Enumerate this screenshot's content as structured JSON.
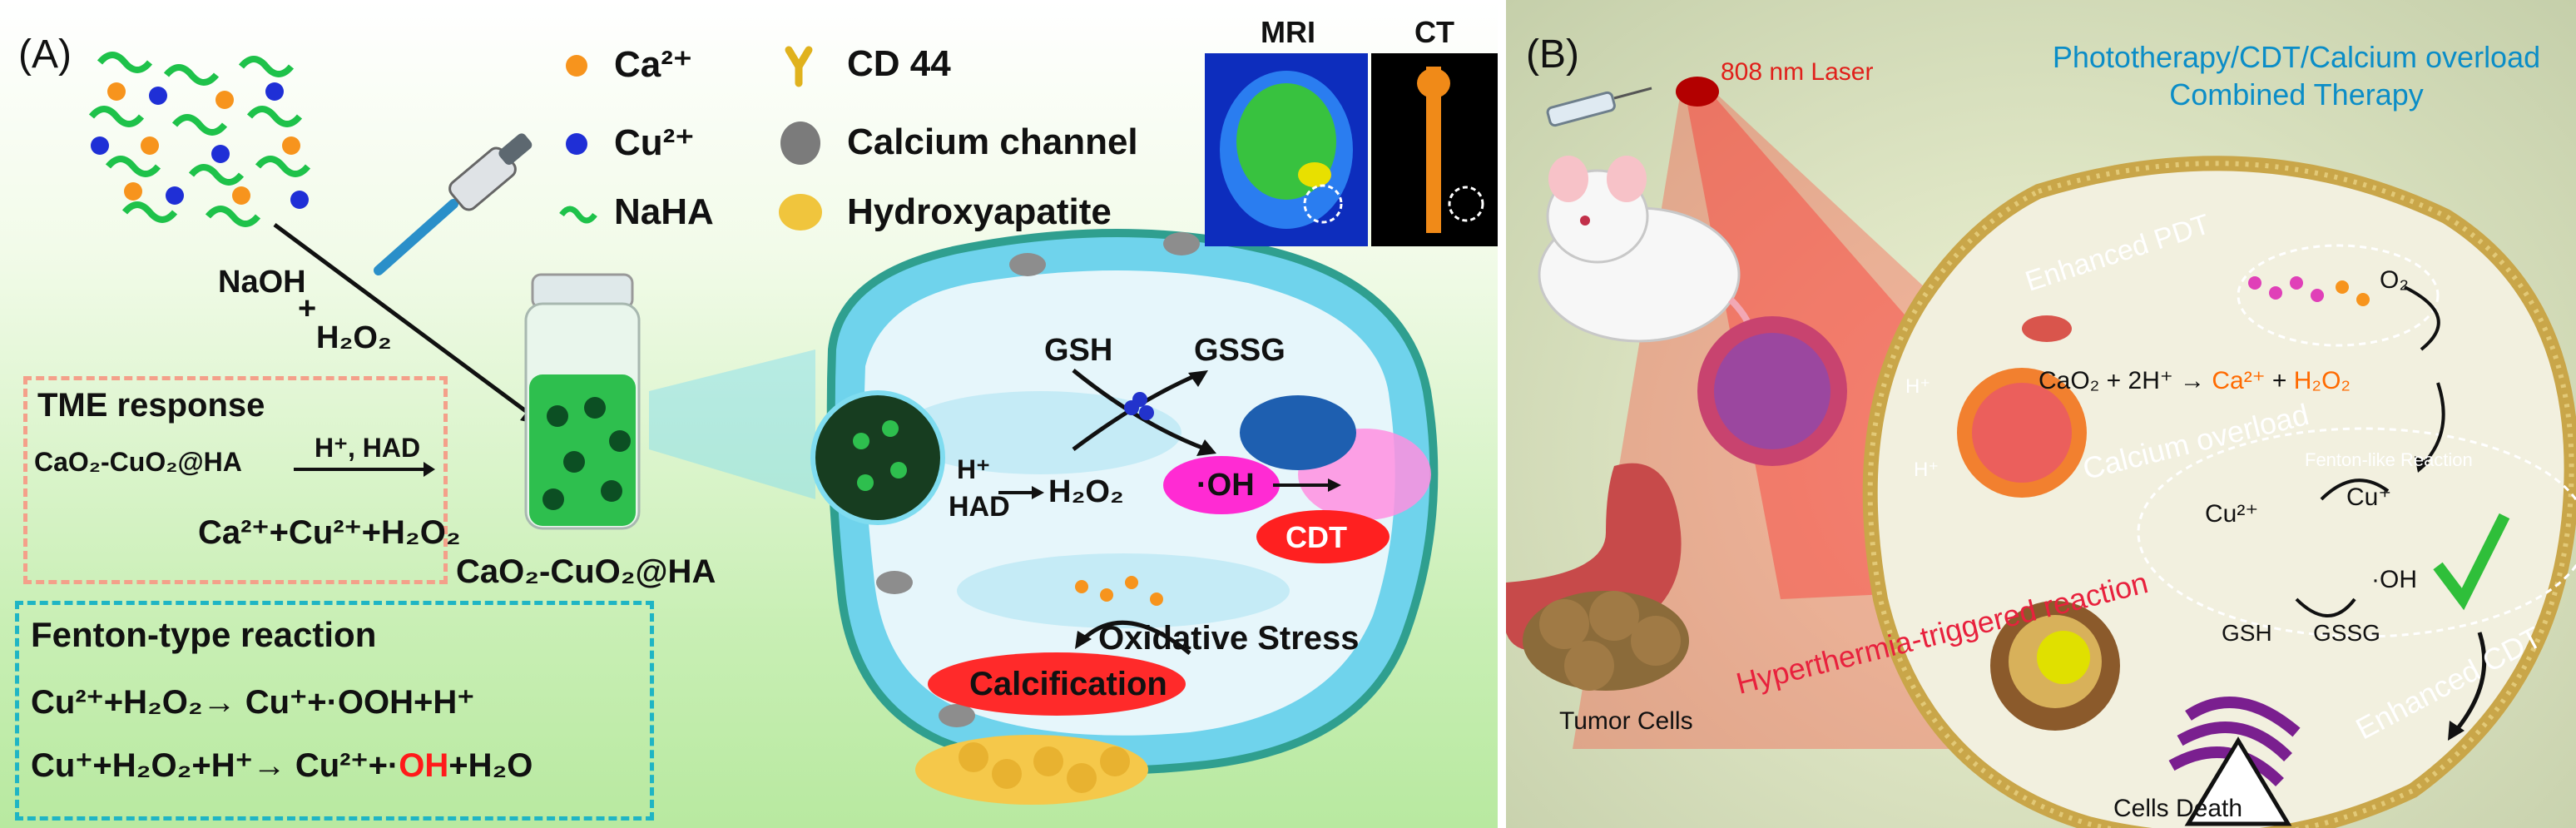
{
  "panel_a": {
    "letter": "(A)",
    "legend": {
      "ca": "Ca²⁺",
      "cu": "Cu²⁺",
      "naha": "NaHA",
      "cd44": "CD 44",
      "calcium_channel": "Calcium channel",
      "hydroxyapatite": "Hydroxyapatite"
    },
    "imaging": {
      "mri": "MRI",
      "ct": "CT"
    },
    "reagents": {
      "naoh": "NaOH",
      "plus": "+",
      "h2o2": "H₂O₂"
    },
    "product_label": "CaO₂-CuO₂@HA",
    "tme_box": {
      "title": "TME response",
      "reactant": "CaO₂-CuO₂@HA",
      "condition": "H⁺, HAD",
      "products": "Ca²⁺+Cu²⁺+H₂O₂"
    },
    "fenton_box": {
      "title": "Fenton-type reaction",
      "eq1": "Cu²⁺+H₂O₂→ Cu⁺+·OOH+H⁺",
      "eq2_pre": "Cu⁺+H₂O₂+H⁺→ Cu²⁺+·",
      "eq2_oh": "OH",
      "eq2_post": "+H₂O"
    },
    "cell": {
      "gsh": "GSH",
      "gssg": "GSSG",
      "h_plus": "H⁺",
      "had": "HAD",
      "h2o2": "H₂O₂",
      "oh": "·OH",
      "cdt": "CDT",
      "oxidative_stress": "Oxidative Stress",
      "calcification": "Calcification"
    },
    "colors": {
      "ca": "#f7941d",
      "cu": "#1f2fd6",
      "naha": "#1ec24a",
      "oh_red": "#ff1a1a",
      "tme_border": "#f4a08a",
      "fenton_border": "#1fb5c4"
    }
  },
  "panel_b": {
    "letter": "(B)",
    "laser": "808 nm Laser",
    "title_line1": "Phototherapy/CDT/Calcium overload",
    "title_line2": "Combined Therapy",
    "enhanced_pdt": "Enhanced PDT",
    "o2": "O₂",
    "reaction": "CaO₂ + 2H⁺ → ",
    "reaction_ca": "Ca²⁺",
    "reaction_plus": " + ",
    "reaction_h2o2": "H₂O₂",
    "calcium_overload": "Calcium overload",
    "fenton_like": "Fenton-like Reaction",
    "cu2": "Cu²⁺",
    "cu1": "Cu⁺",
    "oh": "·OH",
    "gsh": "GSH",
    "gssg": "GSSG",
    "hyperthermia": "Hyperthermia-triggered reaction",
    "enhanced_cdt": "Enhanced CDT",
    "tumor_cells": "Tumor Cells",
    "cells_death": "Cells Death",
    "h_plus": "H⁺",
    "colors": {
      "title": "#0b8dc7",
      "hyper": "#e8213d",
      "orange": "#ff6a00",
      "laser": "#e0201b"
    }
  }
}
